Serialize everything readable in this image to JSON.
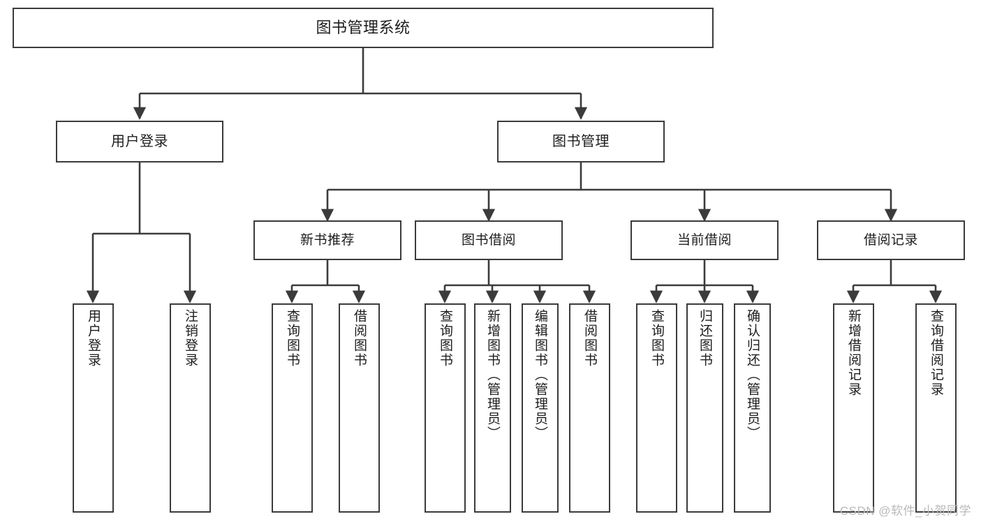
{
  "diagram": {
    "title": "图书管理系统",
    "type": "hierarchy-tree",
    "colors": {
      "box_border": "#3b3b3b",
      "box_fill": "#ffffff",
      "edge": "#3b3b3b",
      "text": "#1d1d1d",
      "watermark": "#b9b9b9",
      "background": "#ffffff"
    },
    "watermark": "CSDN @软件_小贺同学",
    "nodes": {
      "root": {
        "label": "图书管理系统"
      },
      "level1": [
        {
          "id": "user-login",
          "label": "用户登录"
        },
        {
          "id": "book-manage",
          "label": "图书管理"
        }
      ],
      "level2": [
        {
          "id": "new-book-recommend",
          "label": "新书推荐"
        },
        {
          "id": "book-borrow",
          "label": "图书借阅"
        },
        {
          "id": "current-borrow",
          "label": "当前借阅"
        },
        {
          "id": "borrow-record",
          "label": "借阅记录"
        }
      ],
      "leaves": {
        "user-login": [
          {
            "id": "leaf-user-login",
            "label": "用户登录"
          },
          {
            "id": "leaf-user-logout",
            "label": "注销登录"
          }
        ],
        "new-book-recommend": [
          {
            "id": "leaf-query-book-1",
            "label": "查询图书"
          },
          {
            "id": "leaf-borrow-book-1",
            "label": "借阅图书"
          }
        ],
        "book-borrow": [
          {
            "id": "leaf-query-book-2",
            "label": "查询图书"
          },
          {
            "id": "leaf-add-book",
            "label": "新增图书（管理员）"
          },
          {
            "id": "leaf-edit-book",
            "label": "编辑图书（管理员）"
          },
          {
            "id": "leaf-borrow-book-2",
            "label": "借阅图书"
          }
        ],
        "current-borrow": [
          {
            "id": "leaf-query-book-3",
            "label": "查询图书"
          },
          {
            "id": "leaf-return-book",
            "label": "归还图书"
          },
          {
            "id": "leaf-confirm-return",
            "label": "确认归还（管理员）"
          }
        ],
        "borrow-record": [
          {
            "id": "leaf-add-record",
            "label": "新增借阅记录"
          },
          {
            "id": "leaf-query-record",
            "label": "查询借阅记录"
          }
        ]
      }
    }
  }
}
